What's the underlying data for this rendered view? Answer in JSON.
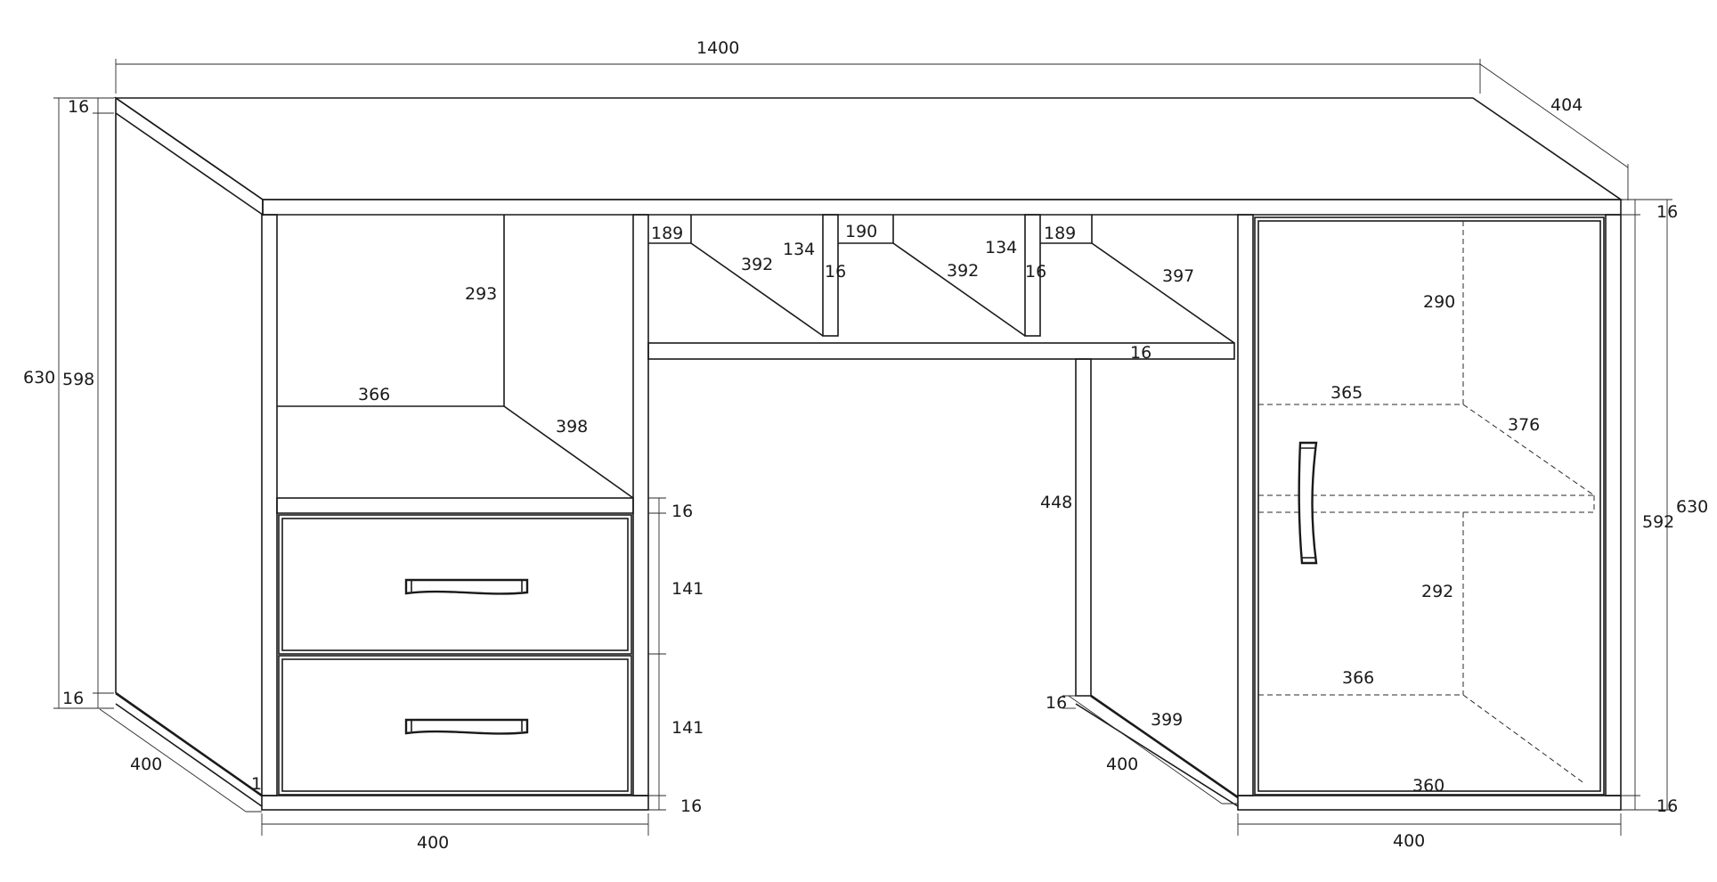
{
  "labels": {
    "overall_width": "1400",
    "overall_depth": "404",
    "left_total_height": "630",
    "left_inner_height": "598",
    "top_thickness_left": "16",
    "bottom_thickness_left": "16",
    "left_side_depth": "400",
    "left_corner_mark": "1",
    "left_cabinet_width": "400",
    "left_open_height": "293",
    "left_open_width": "366",
    "left_open_depth": "398",
    "left_shelf_thickness": "16",
    "drawer_top_height": "141",
    "drawer_bottom_height": "141",
    "left_plinth_thickness": "16",
    "mid_comp_1_width": "189",
    "mid_comp_1_depth": "392",
    "mid_div_1_height": "134",
    "mid_div_1_thickness": "16",
    "mid_comp_2_width": "190",
    "mid_comp_2_depth": "392",
    "mid_div_2_height": "134",
    "mid_div_2_thickness": "16",
    "mid_comp_3_width": "189",
    "mid_comp_3_depth": "397",
    "mid_shelf_thickness": "16",
    "mid_leg_height": "448",
    "mid_leg_bottom_thickness": "16",
    "mid_leg_depth": "399",
    "mid_side_depth": "400",
    "right_upper_height": "290",
    "right_shelf_width": "365",
    "right_shelf_depth": "376",
    "right_lower_height": "292",
    "right_bottom_width": "366",
    "right_inner_width": "360",
    "right_top_thickness": "16",
    "right_inner_height": "592",
    "right_total_height": "630",
    "right_bottom_thickness": "16",
    "right_cabinet_width": "400"
  }
}
